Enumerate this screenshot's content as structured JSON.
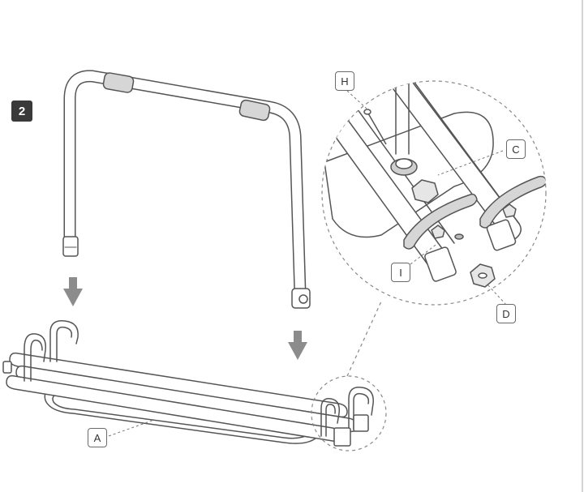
{
  "step": {
    "number": "2"
  },
  "callouts": {
    "h": "H",
    "c": "C",
    "i": "I",
    "d": "D",
    "a": "A"
  },
  "colors": {
    "line": "#555555",
    "arrow": "#8c8c8c",
    "badge": "#3a3a3a",
    "pad": "#d6d6d6"
  }
}
